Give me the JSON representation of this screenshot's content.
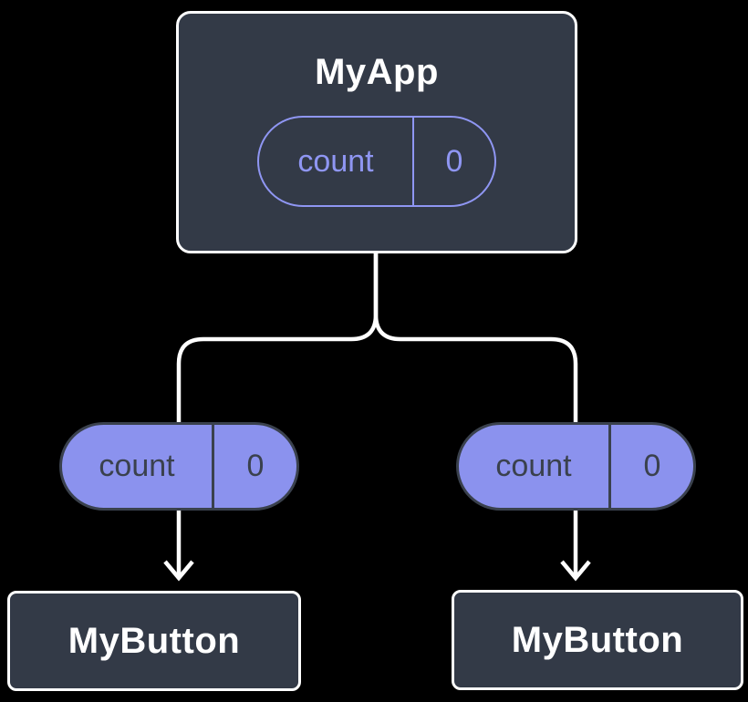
{
  "diagram": {
    "description": "component-tree-state-diagram",
    "root_component": {
      "title": "MyApp",
      "state_pill": {
        "label": "count",
        "value": "0"
      }
    },
    "prop_pills": [
      {
        "label": "count",
        "value": "0"
      },
      {
        "label": "count",
        "value": "0"
      }
    ],
    "child_components": [
      {
        "title": "MyButton"
      },
      {
        "title": "MyButton"
      }
    ],
    "colors": {
      "background": "#000000",
      "component_fill": "#333A47",
      "component_border": "#FFFFFF",
      "pill_fill": "#8B92EE",
      "pill_outline": "#8F96F3",
      "pill_dark": "#3A414D",
      "connector": "#FFFFFF"
    }
  }
}
